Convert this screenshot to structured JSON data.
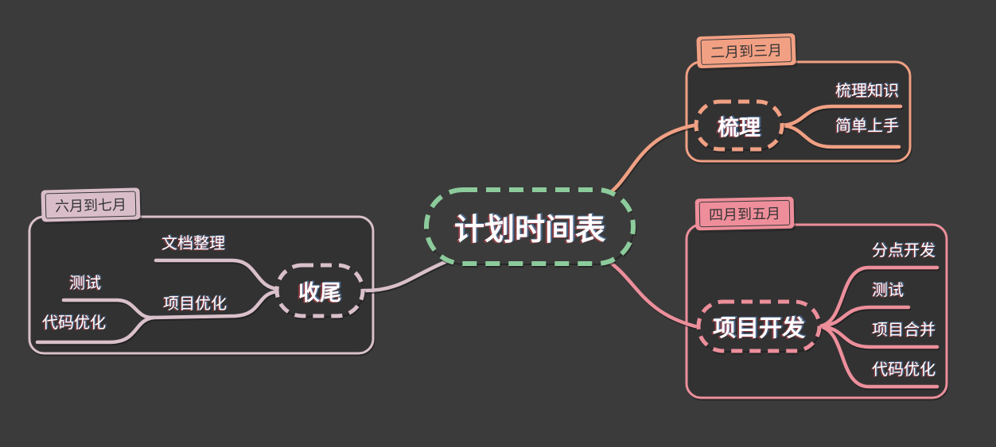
{
  "canvas": {
    "background": "#3b3b3b",
    "group_fill": "#333233"
  },
  "root": {
    "label": "计划时间表",
    "color": "#8ccb9b"
  },
  "branches": [
    {
      "tab": "二月到三月",
      "color": "#f0a083",
      "node": "梳理",
      "children": [
        {
          "label": "梳理知识"
        },
        {
          "label": "简单上手"
        }
      ]
    },
    {
      "tab": "四月到五月",
      "color": "#ec8f9b",
      "node": "项目开发",
      "children": [
        {
          "label": "分点开发"
        },
        {
          "label": "测试"
        },
        {
          "label": "项目合并"
        },
        {
          "label": "代码优化"
        }
      ]
    },
    {
      "tab": "六月到七月",
      "color": "#d9c0ca",
      "node": "收尾",
      "children": [
        {
          "label": "文档整理"
        },
        {
          "label": "项目优化",
          "children": [
            {
              "label": "测试"
            },
            {
              "label": "代码优化"
            }
          ]
        }
      ]
    }
  ]
}
